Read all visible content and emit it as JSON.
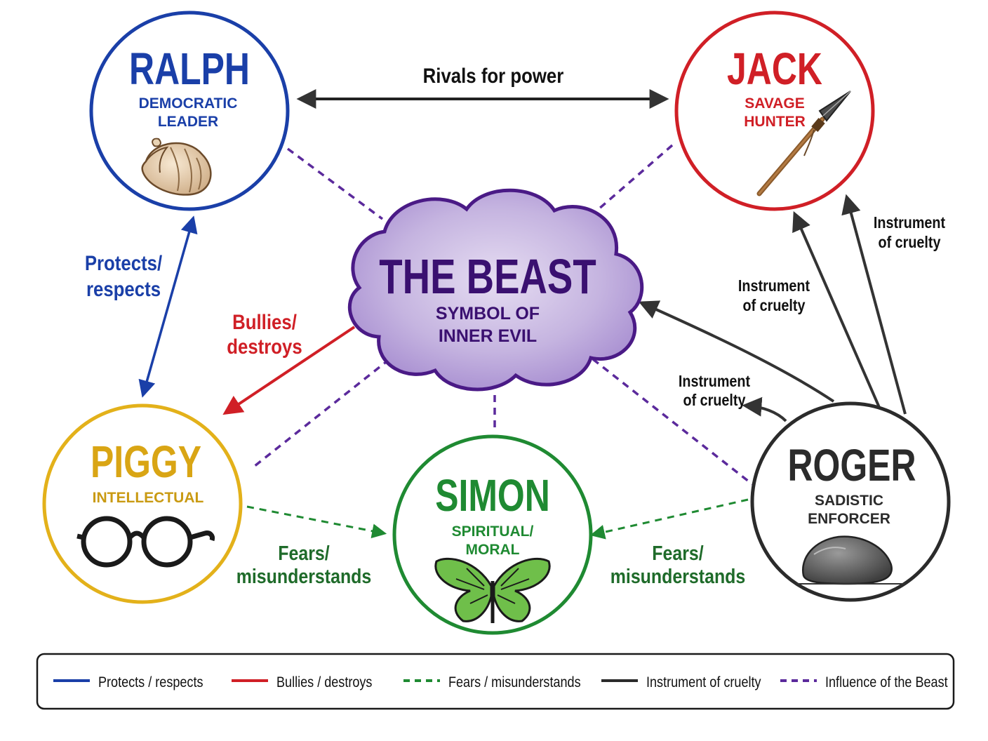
{
  "characters": {
    "ralph": {
      "name": "RALPH",
      "role_line1": "DEMOCRATIC",
      "role_line2": "LEADER",
      "color": "#1a3fa8",
      "icon": "conch-shell-icon"
    },
    "jack": {
      "name": "JACK",
      "role_line1": "SAVAGE",
      "role_line2": "HUNTER",
      "color": "#d01f26",
      "icon": "spear-icon"
    },
    "piggy": {
      "name": "PIGGY",
      "role_line1": "INTELLECTUAL",
      "color": "#e3b11a",
      "name_color": "#d9a514",
      "icon": "glasses-icon"
    },
    "simon": {
      "name": "SIMON",
      "role_line1": "SPIRITUAL/",
      "role_line2": "MORAL",
      "color": "#1f8a32",
      "icon": "butterfly-icon"
    },
    "roger": {
      "name": "ROGER",
      "role_line1": "SADISTIC",
      "role_line2": "ENFORCER",
      "color": "#2b2b2b",
      "icon": "rock-icon"
    }
  },
  "beast": {
    "name": "THE BEAST",
    "sub_line1": "SYMBOL OF",
    "sub_line2": "INNER EVIL",
    "color": "#3a1070",
    "fill": "#b7a3d6",
    "icon": "cloud-icon"
  },
  "labels": {
    "rivals": "Rivals for power",
    "protects_1": "Protects/",
    "protects_2": "respects",
    "bullies_1": "Bullies/",
    "bullies_2": "destroys",
    "cruelty_top_1": "Instrument",
    "cruelty_top_2": "of cruelty",
    "cruelty_mid_1": "Instrument",
    "cruelty_mid_2": "of cruelty",
    "cruelty_low_1": "Instrument",
    "cruelty_low_2": "of cruelty",
    "fears_left_1": "Fears/",
    "fears_left_2": "misunderstands",
    "fears_right_1": "Fears/",
    "fears_right_2": "misunderstands"
  },
  "legend": [
    {
      "label": "Protects / respects",
      "color": "#1a3fa8",
      "dashed": false
    },
    {
      "label": "Bullies / destroys",
      "color": "#d01f26",
      "dashed": false
    },
    {
      "label": "Fears / misunderstands",
      "color": "#1f8a32",
      "dashed": true
    },
    {
      "label": "Instrument of cruelty",
      "color": "#2b2b2b",
      "dashed": false
    },
    {
      "label": "Influence of the Beast",
      "color": "#5b2a9c",
      "dashed": true
    }
  ],
  "colors": {
    "influence": "#5b2a9c",
    "protect": "#1a3fa8",
    "bully": "#d01f26",
    "fear": "#1f8a32",
    "cruelty": "#333333",
    "rival": "#222222"
  }
}
